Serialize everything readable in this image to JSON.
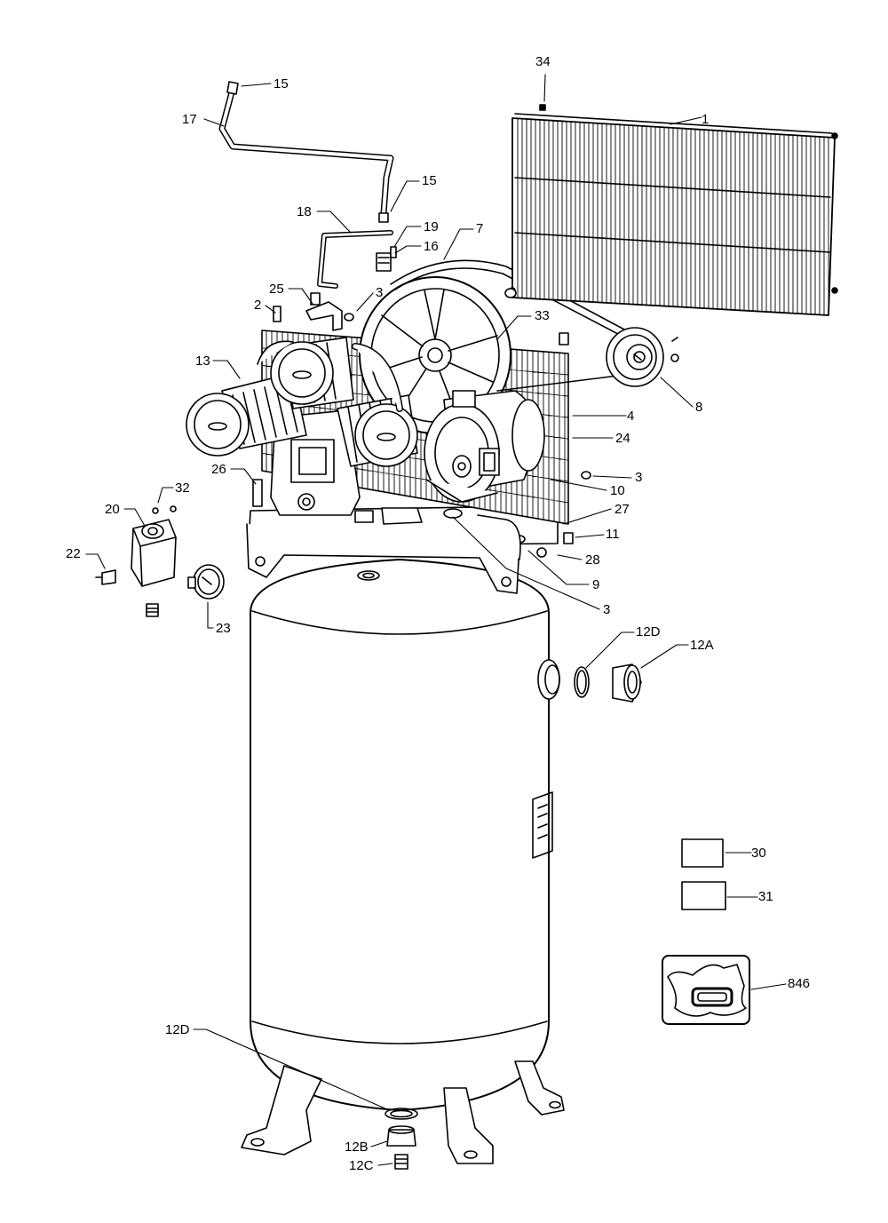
{
  "diagram": {
    "labels": {
      "p1": "1",
      "p2": "2",
      "p3a": "3",
      "p3b": "3",
      "p3c": "3",
      "p4": "4",
      "p7": "7",
      "p8": "8",
      "p9": "9",
      "p10": "10",
      "p11": "11",
      "p12a": "12A",
      "p12b": "12B",
      "p12c": "12C",
      "p12d_top": "12D",
      "p12d_bottom": "12D",
      "p13": "13",
      "p15a": "15",
      "p15b": "15",
      "p16": "16",
      "p17": "17",
      "p18": "18",
      "p19": "19",
      "p20": "20",
      "p22": "22",
      "p23": "23",
      "p24": "24",
      "p25": "25",
      "p26": "26",
      "p27": "27",
      "p28": "28",
      "p30": "30",
      "p31": "31",
      "p32": "32",
      "p33": "33",
      "p34": "34",
      "p846": "846"
    },
    "colors": {
      "line": "#000000",
      "background": "#ffffff"
    }
  }
}
